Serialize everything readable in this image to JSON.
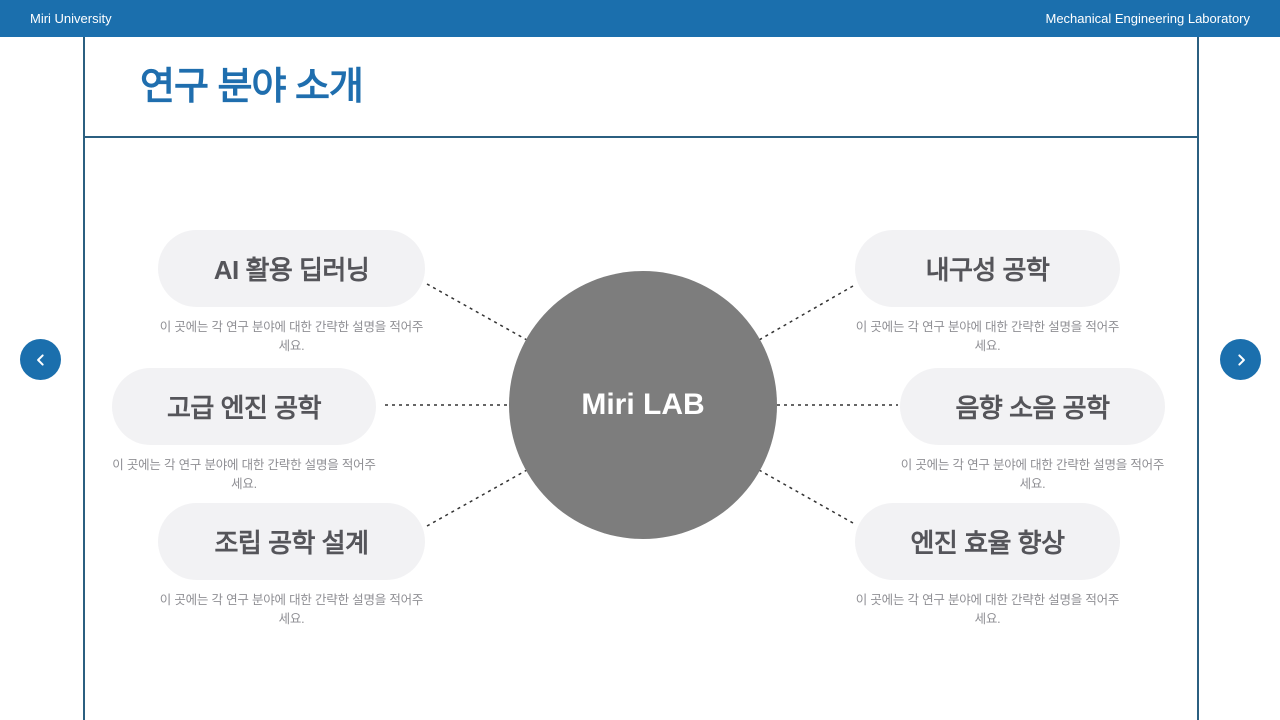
{
  "header": {
    "left": "Miri University",
    "right": "Mechanical Engineering Laboratory"
  },
  "slide": {
    "title": "연구 분야 소개",
    "center_label": "Miri LAB",
    "left_nodes": [
      {
        "label": "AI 활용 딥러닝",
        "description": "이 곳에는 각 연구 분야에 대한 간략한 설명을 적어주세요."
      },
      {
        "label": "고급 엔진 공학",
        "description": "이 곳에는 각 연구 분야에 대한 간략한 설명을 적어주세요."
      },
      {
        "label": "조립 공학 설계",
        "description": "이 곳에는 각 연구 분야에 대한 간략한 설명을 적어주세요."
      }
    ],
    "right_nodes": [
      {
        "label": "내구성 공학",
        "description": "이 곳에는 각 연구 분야에 대한 간략한 설명을 적어주세요."
      },
      {
        "label": "음향 소음 공학",
        "description": "이 곳에는 각 연구 분야에 대한 간략한 설명을 적어주세요."
      },
      {
        "label": "엔진 효율 향상",
        "description": "이 곳에는 각 연구 분야에 대한 간략한 설명을 적어주세요."
      }
    ]
  },
  "nav": {
    "prev_icon": "chevron-left",
    "next_icon": "chevron-right"
  },
  "colors": {
    "brand_blue": "#1b6fad",
    "frame_blue": "#2b5f80",
    "title_blue": "#1f6eae",
    "header_text": "#ffffff",
    "circle_gray": "#7d7d7d",
    "pill_bg": "#f2f2f4",
    "pill_text": "#55555a",
    "caption_gray": "#8f8f94",
    "connector": "#333333"
  }
}
